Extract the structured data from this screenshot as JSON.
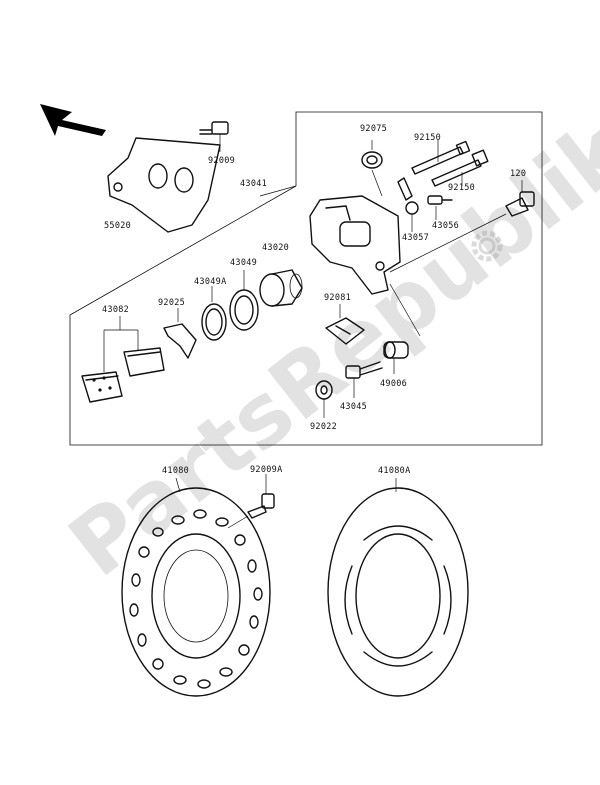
{
  "watermark": {
    "text": "PartsRepublik"
  },
  "labels": {
    "p92009": "92009",
    "p55020": "55020",
    "p43041": "43041",
    "p92075": "92075",
    "p92150a": "92150",
    "p92150b": "92150",
    "p120": "120",
    "p43056": "43056",
    "p43057": "43057",
    "p43020": "43020",
    "p43049": "43049",
    "p43049a": "43049A",
    "p43082": "43082",
    "p92025": "92025",
    "p92081": "92081",
    "p49006": "49006",
    "p43045": "43045",
    "p92022": "92022",
    "p41080": "41080",
    "p92009a": "92009A",
    "p41080a": "41080A"
  },
  "icons": {
    "arrow": "arrow-up-left-icon",
    "gear": "gear-icon"
  }
}
